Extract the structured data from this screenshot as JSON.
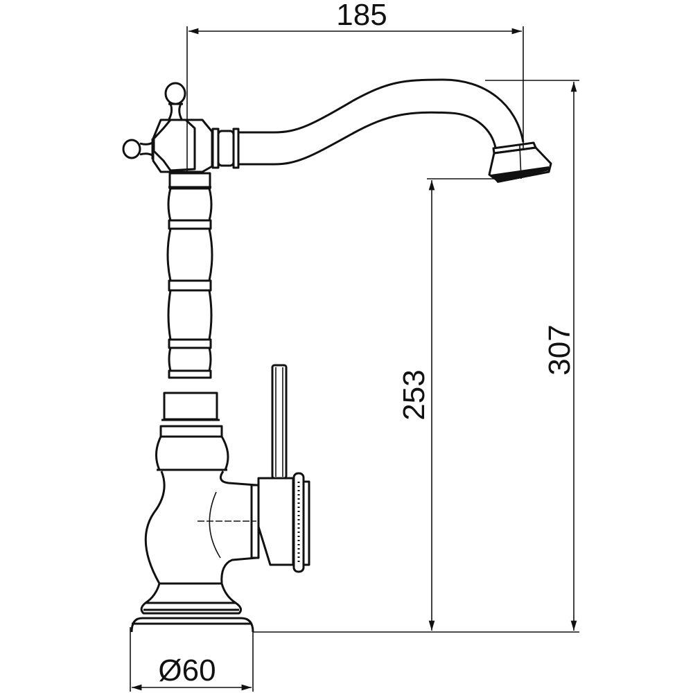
{
  "drawing": {
    "subject": "faucet-side-elevation",
    "line_color": "#111111",
    "dimensions": {
      "spout_reach": "185",
      "total_height": "307",
      "outlet_height": "253",
      "base_diameter": "Ø60"
    }
  }
}
